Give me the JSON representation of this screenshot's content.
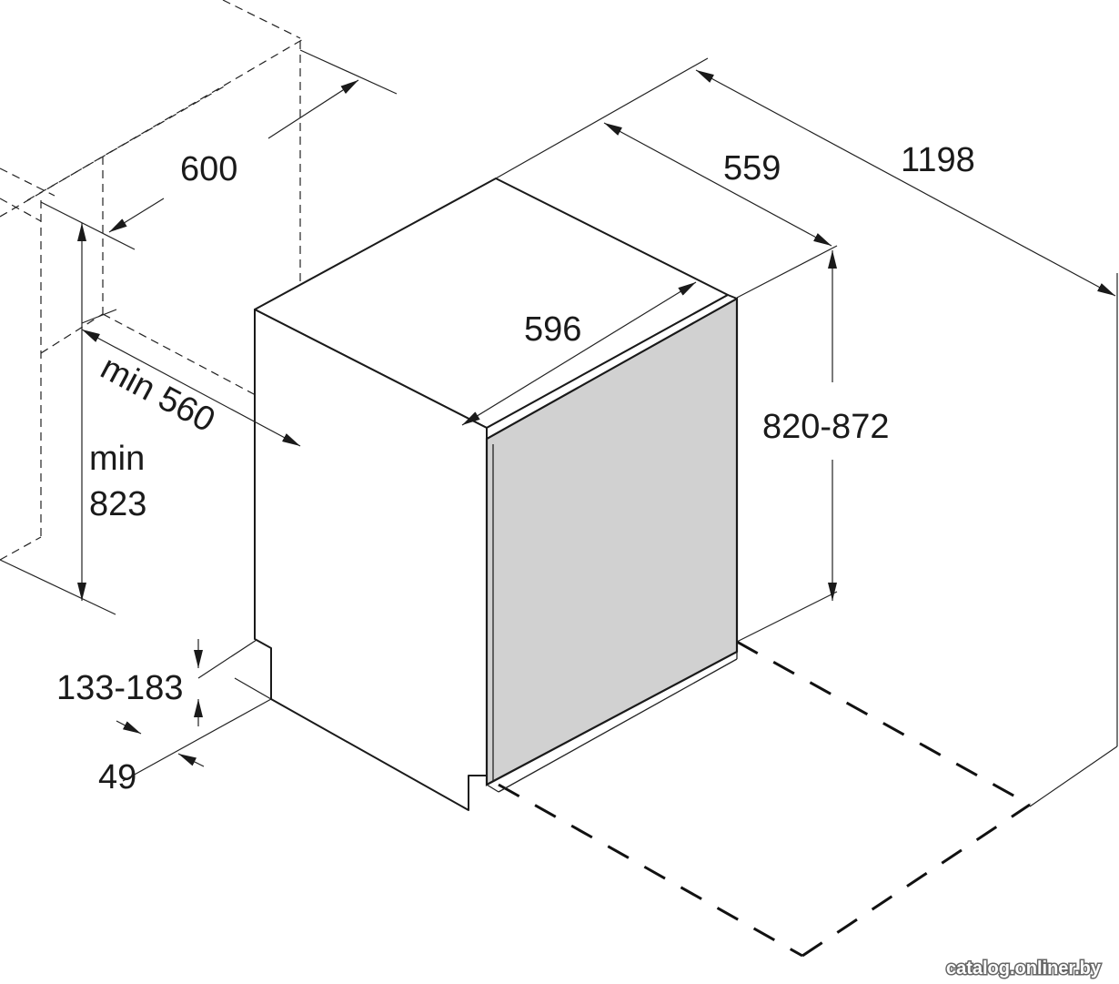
{
  "dimensions": {
    "cabinet_depth": "600",
    "depth": "559",
    "total_open_depth": "1198",
    "width": "596",
    "height": "820-872",
    "niche_width": "min 560",
    "niche_height_line1": "min",
    "niche_height_line2": "823",
    "plinth_height": "133-183",
    "plinth_depth": "49"
  },
  "watermark": "catalog.onliner.by",
  "colors": {
    "line": "#222222",
    "door_panel": "#d1d1d1",
    "background": "#ffffff"
  }
}
